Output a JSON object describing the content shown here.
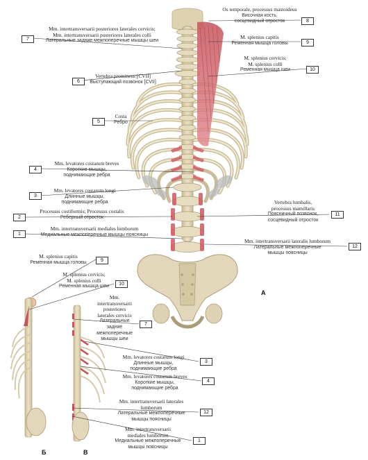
{
  "labels": {
    "l8": {
      "num": "8",
      "la": "Os temporale, processus mastoideus",
      "la2": "",
      "ru": "Височная кость,",
      "ru2": "сосцевидный отросток"
    },
    "l9": {
      "num": "9",
      "la": "M. splenius capitis",
      "ru": "Ременная мышца головы"
    },
    "l10": {
      "num": "10",
      "la": "M. splenius cervicis;",
      "la2": "M. splenius colli",
      "ru": "Ременная мышца шеи"
    },
    "l7": {
      "num": "7",
      "la": "Mm. intertransversarii posteriores laterales cervicis;",
      "la2": "Mm. intertransversarii posteriores laterales colli",
      "ru": "Латеральные задние межпоперечные мышцы шеи"
    },
    "l6": {
      "num": "6",
      "la": "Vertebra prominens [CVII]",
      "ru": "Выступающий позвонок [CVII]"
    },
    "l5": {
      "num": "5",
      "la": "Costa",
      "ru": "Ребро"
    },
    "l4": {
      "num": "4",
      "la": "Mm. levatores costarum breves",
      "ru": "Короткие мышцы,",
      "ru2": "поднимающие ребра"
    },
    "l3": {
      "num": "3",
      "la": "Mm. levatores costarum longi",
      "ru": "Длинные мышцы,",
      "ru2": "поднимающие ребра"
    },
    "l2": {
      "num": "2",
      "la": "Processus costiformis; Processus costalis",
      "ru": "Реберный отросток"
    },
    "l1": {
      "num": "1",
      "la": "Mm. intertransversarii mediales lumborum",
      "ru": "Медиальные межпоперечные мышцы поясницы"
    },
    "l11": {
      "num": "11",
      "la": "Vertebra lumbalis,",
      "la2": "processus mamillaris",
      "ru": "Поясничный позвонок,",
      "ru2": "сосцевидный отросток"
    },
    "l12": {
      "num": "12",
      "la": "Mm. intertransversarii lateralis lumborum",
      "ru": "Латеральные межпоперечные",
      "ru2": "мышцы поясницы"
    }
  },
  "lower": {
    "b9": {
      "num": "9",
      "la": "M. splenius capitis",
      "ru": "Ременная мышца головы"
    },
    "b10": {
      "num": "10",
      "la": "M. splenius cervicis;",
      "la2": "M. splenius colli",
      "ru": "Ременная мышца шеи"
    },
    "b7": {
      "num": "7",
      "la": "Mm.",
      "la2": "intertransversarii",
      "la3": "posteriores",
      "la4": "laterales cervicis",
      "ru": "Латеральные",
      "ru2": "задние",
      "ru3": "межпоперечные",
      "ru4": "мышцы шеи"
    },
    "b3": {
      "num": "3",
      "la": "Mm. levatores costarum longi",
      "ru": "Длинные мышцы,",
      "ru2": "поднимающие ребра"
    },
    "b4": {
      "num": "4",
      "la": "Mm. levatores costarum breves",
      "ru": "Короткие мышцы,",
      "ru2": "поднимающие ребра"
    },
    "b12": {
      "num": "12",
      "la": "Mm. intertransversarii laterales",
      "la2": "lumborum",
      "ru": "Латеральные межпоперечные",
      "ru2": "мышцы поясницы"
    },
    "b1": {
      "num": "1",
      "la": "Mm. intertransversarii",
      "la2": "mediales lumborum",
      "ru": "Медиальные межпоперечные",
      "ru2": "мышцы поясницы"
    }
  },
  "panels": {
    "a": "А",
    "b": "Б",
    "v": "В"
  },
  "colors": {
    "bone": "#e4d9bd",
    "bone_shadow": "#b9ab88",
    "muscle": "#d9737a",
    "muscle_dark": "#b2424c",
    "cartilage": "#b9bcbd",
    "line": "#333333"
  }
}
